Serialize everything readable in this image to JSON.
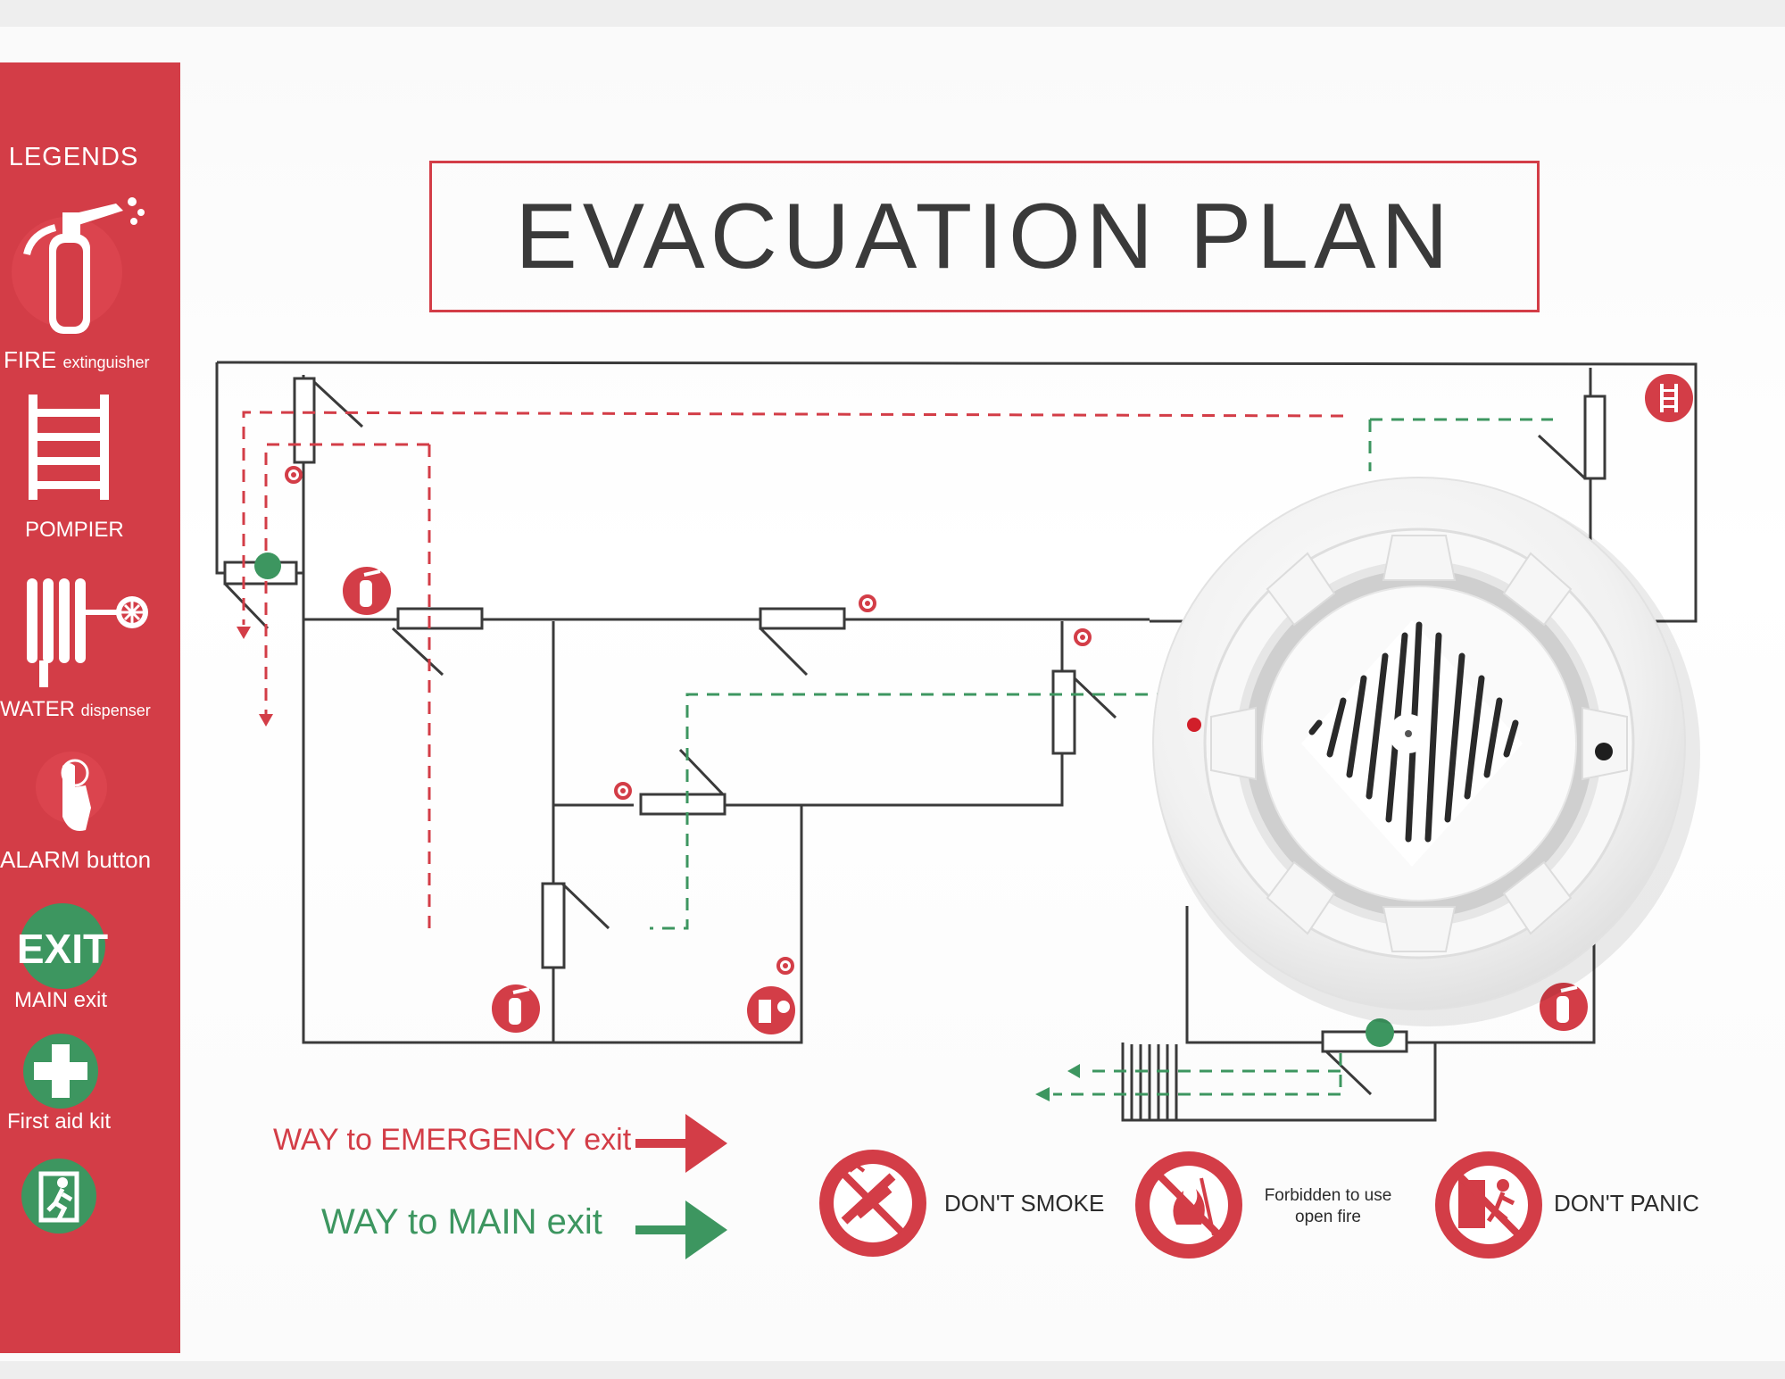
{
  "colors": {
    "red": "#d33d47",
    "green": "#3d9660",
    "line": "#3a3a3a",
    "paper": "#ffffff",
    "detector": "#f4f4f4"
  },
  "legends": {
    "title": "LEGENDS",
    "items": [
      {
        "icon": "fire-extinguisher-icon",
        "label_main": "FIRE",
        "label_small": "extinguisher"
      },
      {
        "icon": "ladder-icon",
        "label_main": "POMPIER",
        "label_small": ""
      },
      {
        "icon": "fire-hose-icon",
        "label_main": "WATER",
        "label_small": "dispenser"
      },
      {
        "icon": "alarm-button-icon",
        "label_main": "ALARM button",
        "label_small": ""
      },
      {
        "icon": "exit-icon",
        "label_main": "MAIN exit",
        "label_small": "",
        "badge": "EXIT"
      },
      {
        "icon": "first-aid-icon",
        "label_main": "First aid kit",
        "label_small": ""
      },
      {
        "icon": "emergency-exit-runner-icon",
        "label_main": "",
        "label_small": ""
      }
    ]
  },
  "title": "EVACUATION PLAN",
  "routes": {
    "emergency": "WAY to EMERGENCY exit",
    "main": "WAY to MAIN exit"
  },
  "signs": [
    {
      "icon": "no-smoking-icon",
      "label": "DON'T SMOKE"
    },
    {
      "icon": "no-open-fire-icon",
      "label_line1": "Forbidden to use",
      "label_line2": "open fire"
    },
    {
      "icon": "no-panic-icon",
      "label": "DON'T PANIC"
    }
  ],
  "object": {
    "name": "smoke-detector"
  }
}
